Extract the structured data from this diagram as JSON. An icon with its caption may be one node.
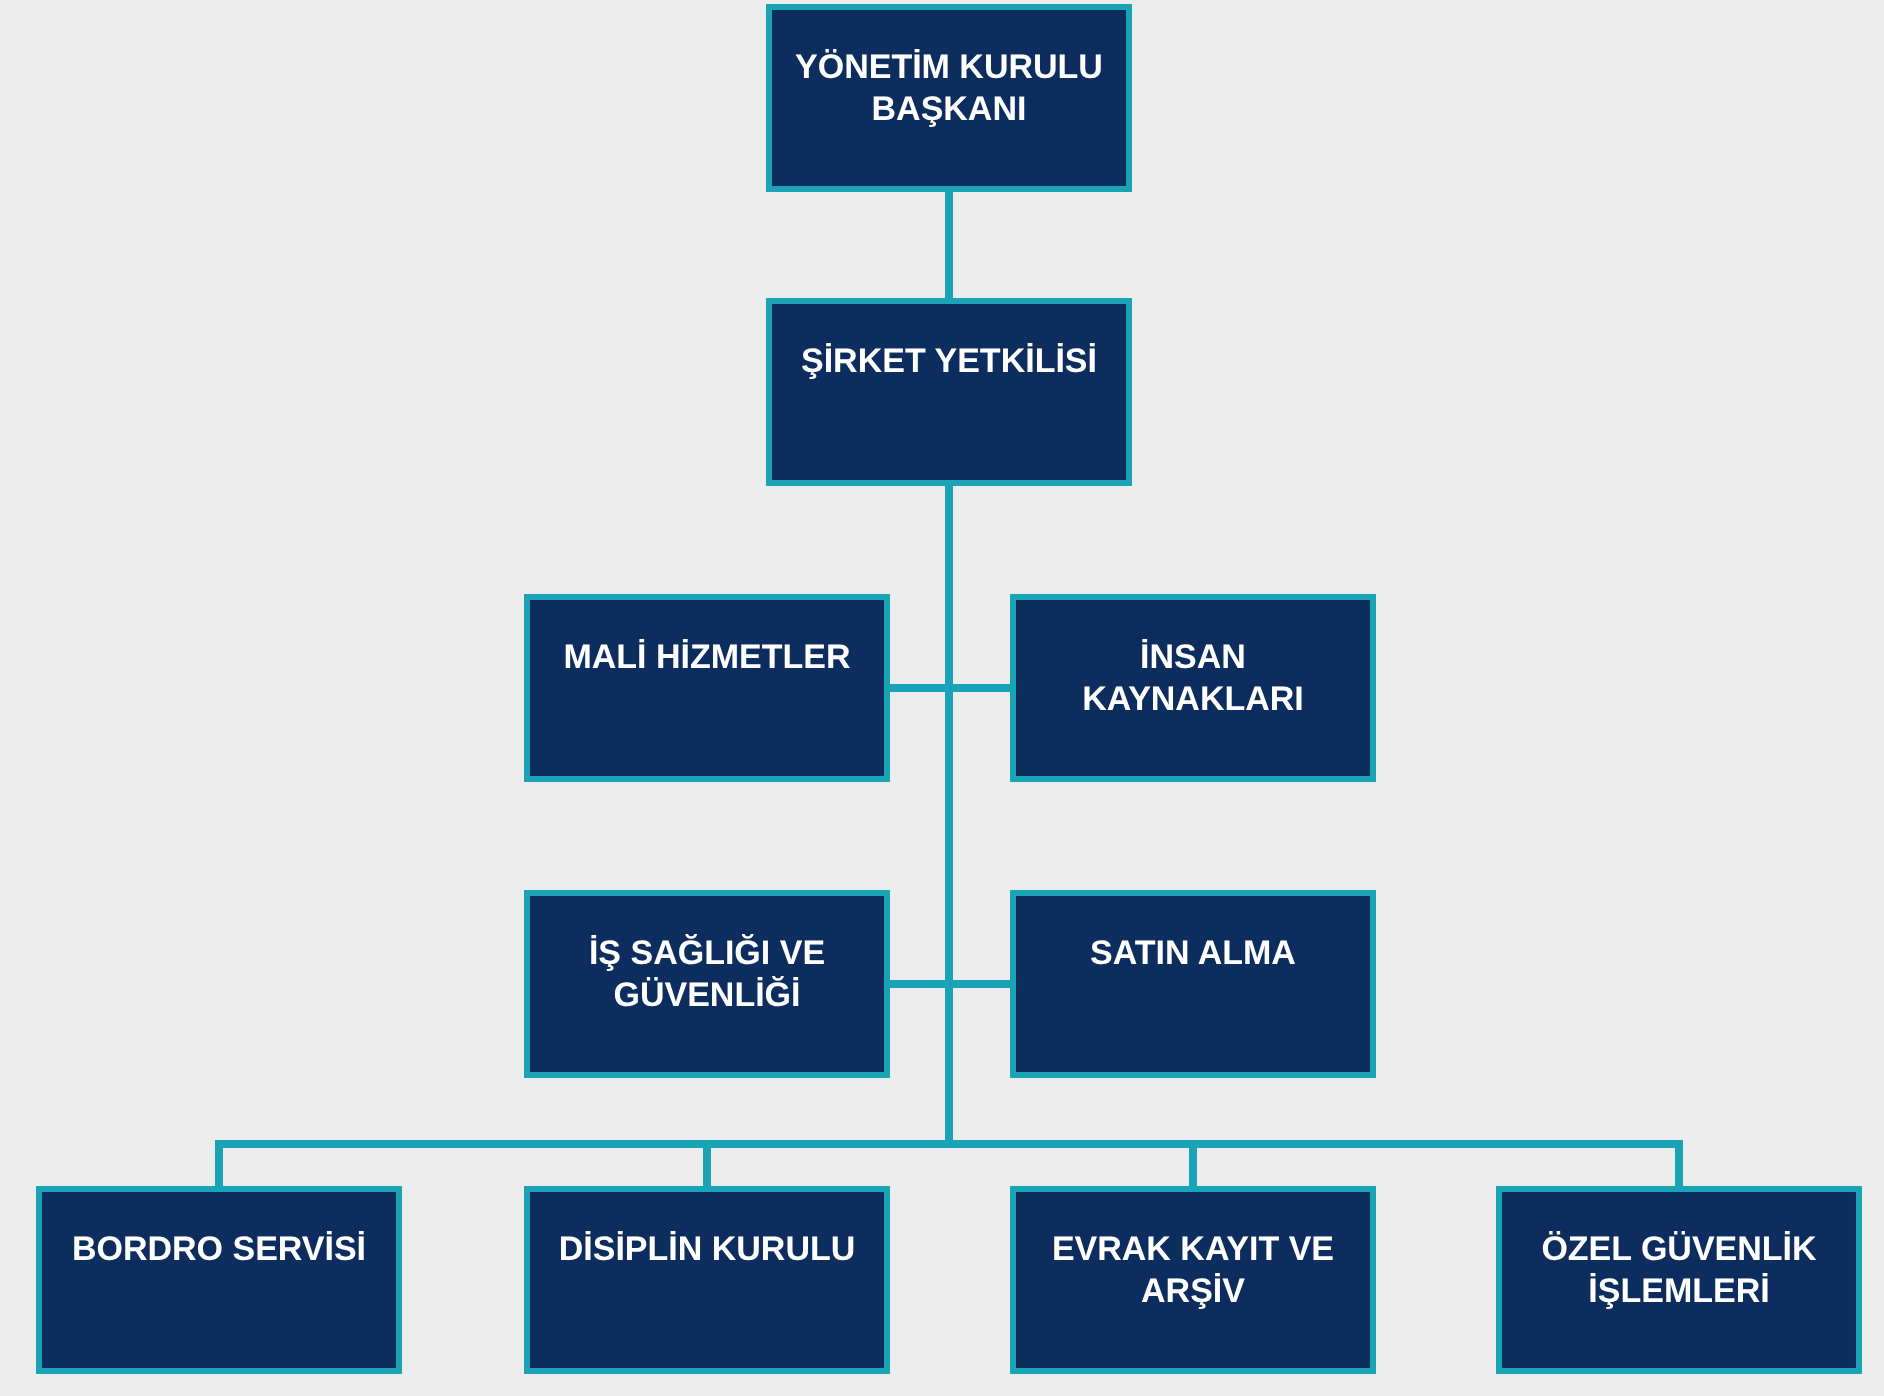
{
  "diagram": {
    "nodes": [
      {
        "text": [
          "YÖNETİM KURULU BAŞKANI"
        ]
      },
      {
        "text": [
          "ŞİRKET YETKİLİSİ"
        ]
      },
      {
        "text": [
          "MALİ HİZMETLER"
        ]
      },
      {
        "text": [
          "İNSAN KAYNAKLARI"
        ]
      },
      {
        "text": [
          "İŞ SAĞLIĞI VE GÜVENLİĞİ"
        ]
      },
      {
        "text": [
          "SATIN ALMA"
        ]
      },
      {
        "text": [
          "BORDRO SERVİSİ"
        ]
      },
      {
        "text": [
          "DİSİPLİN KURULU"
        ]
      },
      {
        "text": [
          "EVRAK KAYIT VE ARŞİV"
        ]
      },
      {
        "text": [
          "ÖZEL GÜVENLİK İŞLEMLERİ"
        ]
      }
    ],
    "edges": [
      {
        "from": 0,
        "to": 1,
        "arrow": "none"
      },
      {
        "from": 1,
        "to": 2,
        "arrow": "none"
      },
      {
        "from": 1,
        "to": 3,
        "arrow": "none"
      },
      {
        "from": 1,
        "to": 4,
        "arrow": "none"
      },
      {
        "from": 1,
        "to": 5,
        "arrow": "none"
      },
      {
        "from": 1,
        "to": 6,
        "arrow": "none"
      },
      {
        "from": 1,
        "to": 7,
        "arrow": "none"
      },
      {
        "from": 1,
        "to": 8,
        "arrow": "none"
      },
      {
        "from": 1,
        "to": 9,
        "arrow": "none"
      }
    ]
  }
}
